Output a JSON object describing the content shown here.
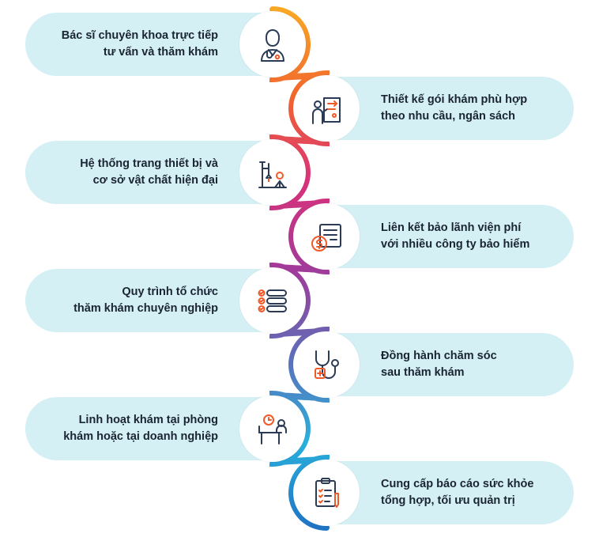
{
  "colors": {
    "pill_bg": "#d4f0f5",
    "text": "#1a2433",
    "icon_stroke": "#2b3b55",
    "icon_accent": "#f05a28",
    "gradient": [
      "#f9a825",
      "#f2662d",
      "#d9317a",
      "#a23a9a",
      "#5e6db8",
      "#2ab0dc",
      "#1f74c4"
    ]
  },
  "steps": [
    {
      "id": "specialist-doctor",
      "icon": "doctor-icon",
      "lines": [
        "Bác sĩ chuyên khoa trực tiếp",
        "tư vấn và thăm khám"
      ]
    },
    {
      "id": "custom-package",
      "icon": "presentation-person-icon",
      "lines": [
        "Thiết kế gói khám phù hợp",
        "theo nhu cầu, ngân sách"
      ]
    },
    {
      "id": "modern-equipment",
      "icon": "microscope-icon",
      "lines": [
        "Hệ thống trang thiết bị và",
        "cơ sở vật chất hiện đại"
      ]
    },
    {
      "id": "insurance-guarantee",
      "icon": "invoice-dollar-icon",
      "lines": [
        "Liên kết bảo lãnh viện phí",
        "với nhiều công ty bảo hiểm"
      ]
    },
    {
      "id": "professional-process",
      "icon": "checklist-icon",
      "lines": [
        "Quy trình tổ chức",
        "thăm khám chuyên nghiệp"
      ]
    },
    {
      "id": "after-care",
      "icon": "stethoscope-icon",
      "lines": [
        "Đồng hành chăm sóc",
        "sau thăm khám"
      ]
    },
    {
      "id": "flexible-location",
      "icon": "desk-clock-icon",
      "lines": [
        "Linh hoạt khám tại phòng",
        "khám hoặc tại doanh nghiệp"
      ]
    },
    {
      "id": "health-report",
      "icon": "clipboard-report-icon",
      "lines": [
        "Cung cấp báo cáo sức khỏe",
        "tổng hợp, tối ưu quản trị"
      ]
    }
  ]
}
